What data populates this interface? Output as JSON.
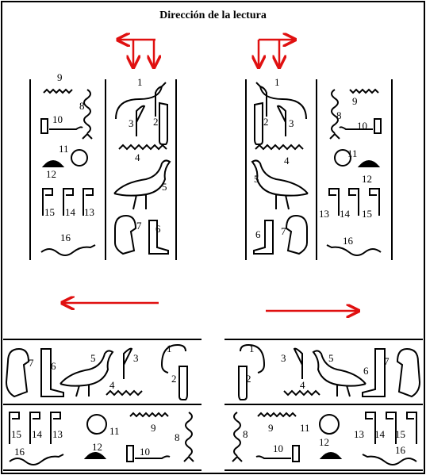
{
  "title": "Dirección de la lectura",
  "arrow_color": "#e01010",
  "glyph_labels": [
    "1",
    "2",
    "3",
    "4",
    "5",
    "6",
    "7",
    "8",
    "9",
    "10",
    "11",
    "12",
    "13",
    "14",
    "15",
    "16"
  ],
  "panels": [
    {
      "id": "top-left",
      "reading_direction": "right-to-left",
      "layout": "columns"
    },
    {
      "id": "top-right",
      "reading_direction": "left-to-right",
      "layout": "columns"
    },
    {
      "id": "bottom-left",
      "reading_direction": "right-to-left",
      "layout": "rows"
    },
    {
      "id": "bottom-right",
      "reading_direction": "left-to-right",
      "layout": "rows"
    }
  ]
}
